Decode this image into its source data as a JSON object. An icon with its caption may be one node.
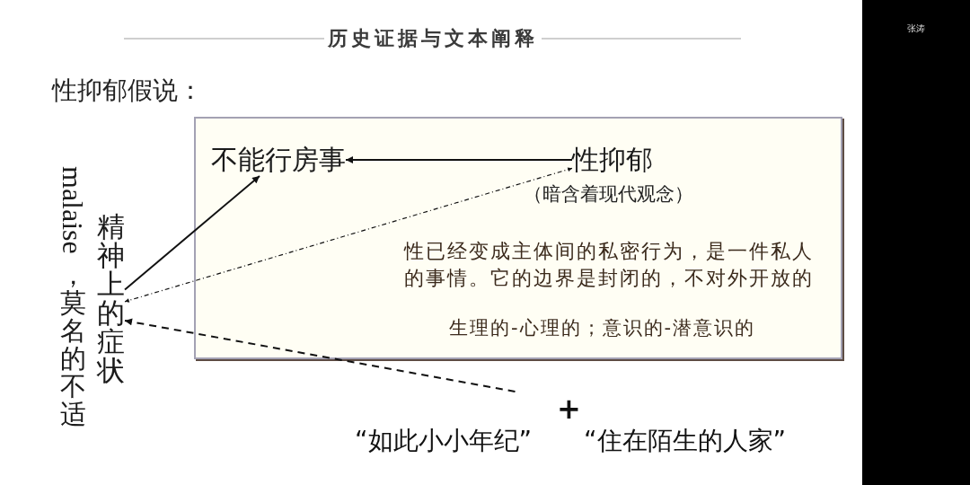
{
  "diagram": {
    "title": "历史证据与文本阐释",
    "nodes": [
      {
        "text": [
          "性已经变成主体间的私密行为，是一件私人的事情。它的边界是封闭的，不对外开放的",
          "生理的-心理的；意识的-潜意识的"
        ]
      },
      {
        "text": [
          "不能行房事"
        ],
        "in": 0
      },
      {
        "text": [
          "性抑郁"
        ],
        "in": 0,
        "beside": [
          "（暗含着现代观念）"
        ]
      },
      {
        "text": [
          "精神上的症状"
        ],
        "beside": [
          "malaise，莫名的不适"
        ]
      },
      {
        "text": [
          "+",
          "“如此小小年纪”",
          "“住在陌生的人家”"
        ]
      }
    ],
    "edges": [
      {
        "from": 2,
        "to": 1,
        "arrow": "to"
      },
      {
        "from": 3,
        "to": 1,
        "arrow": "to"
      },
      {
        "from": 2,
        "to": 3,
        "arrow": "both",
        "style": "dashed"
      },
      {
        "from": 4,
        "to": 3,
        "arrow": "to",
        "style": "dashed"
      }
    ],
    "labels": [
      "性抑郁假说：",
      "张涛"
    ]
  }
}
